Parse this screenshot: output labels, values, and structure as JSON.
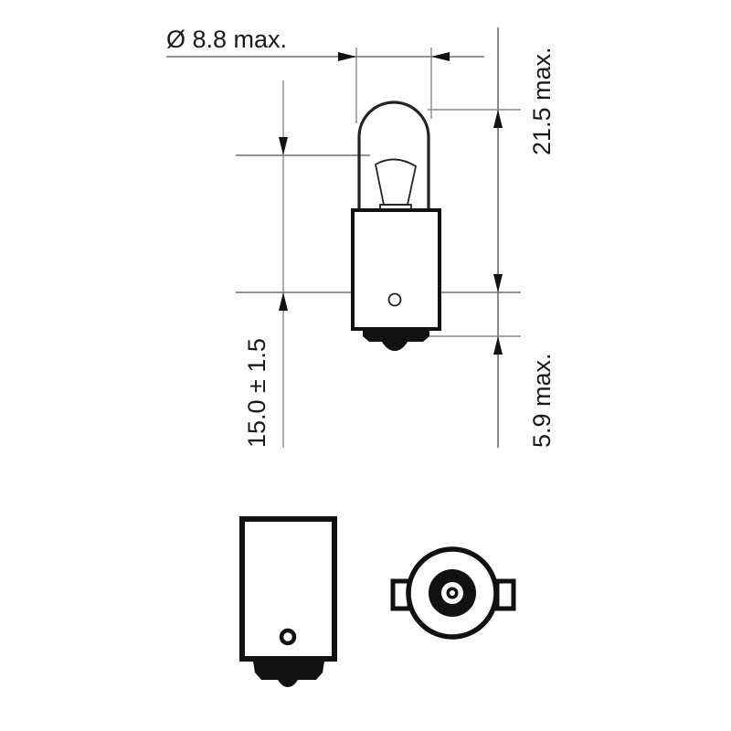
{
  "drawing": {
    "title": "Miniature bayonet bulb technical dimension drawing",
    "dimensions": {
      "diameter": "Ø 8.8 max.",
      "overall_length": "21.5 max.",
      "light_center_length": "15.0 ± 1.5",
      "base_length": "5.9 max."
    },
    "views": {
      "side_view": "bulb-side-view",
      "base_side_view": "base-side-view",
      "base_end_view": "base-end-view"
    },
    "colors": {
      "line": "#111111",
      "dimension_line": "#6e6e6e",
      "background": "#ffffff"
    }
  }
}
